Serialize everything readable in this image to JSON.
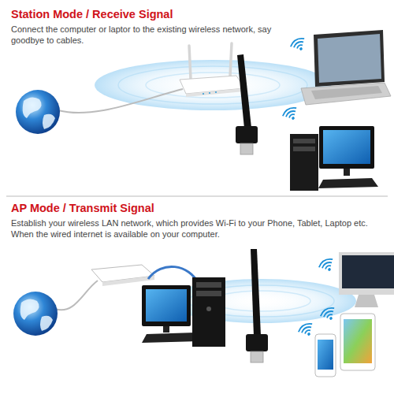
{
  "diagram": {
    "labels": [
      "Station Mode / Receive Signal",
      "Connect the computer or laptor to the existing wireless network, say goodbye to cables.",
      "AP Mode / Transmit Signal",
      "Establish your wireless LAN network, which provides Wi-Fi to your Phone, Tablet, Laptop etc. When the wired internet is available on your computer."
    ]
  }
}
